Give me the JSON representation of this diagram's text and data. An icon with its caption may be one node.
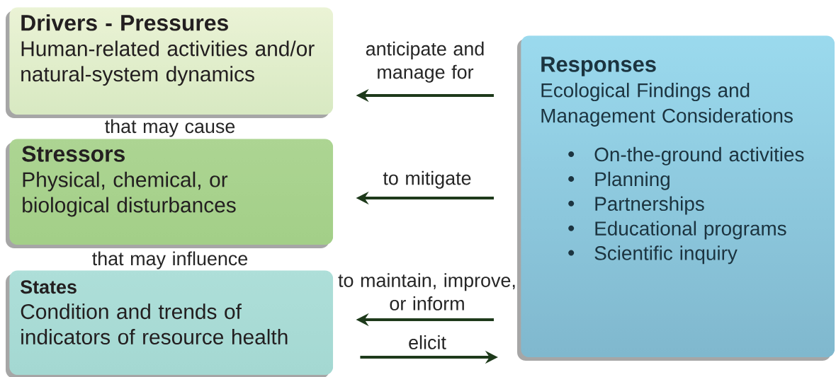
{
  "diagram": {
    "nodes": [
      {
        "text": [
          "Drivers - Pressures",
          "Human-related activities and/or natural-system dynamics"
        ]
      },
      {
        "text": [
          "Stressors",
          "Physical, chemical, or biological disturbances"
        ]
      },
      {
        "text": [
          "States",
          "Condition and trends of indicators of resource health"
        ]
      },
      {
        "text": [
          "Responses",
          "Ecological Findings and Management Considerations",
          "On-the-ground activities",
          "Planning",
          "Partnerships",
          "Educational programs",
          "Scientific inquiry"
        ]
      }
    ],
    "edges": [
      {
        "from": 3,
        "to": 0,
        "arrow": "to",
        "label": "anticipate and manage for"
      },
      {
        "from": 3,
        "to": 1,
        "arrow": "to",
        "label": "to mitigate"
      },
      {
        "from": 3,
        "to": 2,
        "arrow": "to",
        "label": "to maintain, improve, or inform"
      },
      {
        "from": 2,
        "to": 3,
        "arrow": "to",
        "label": "elicit"
      }
    ],
    "labels": [
      "that may cause",
      "that may influence"
    ]
  }
}
